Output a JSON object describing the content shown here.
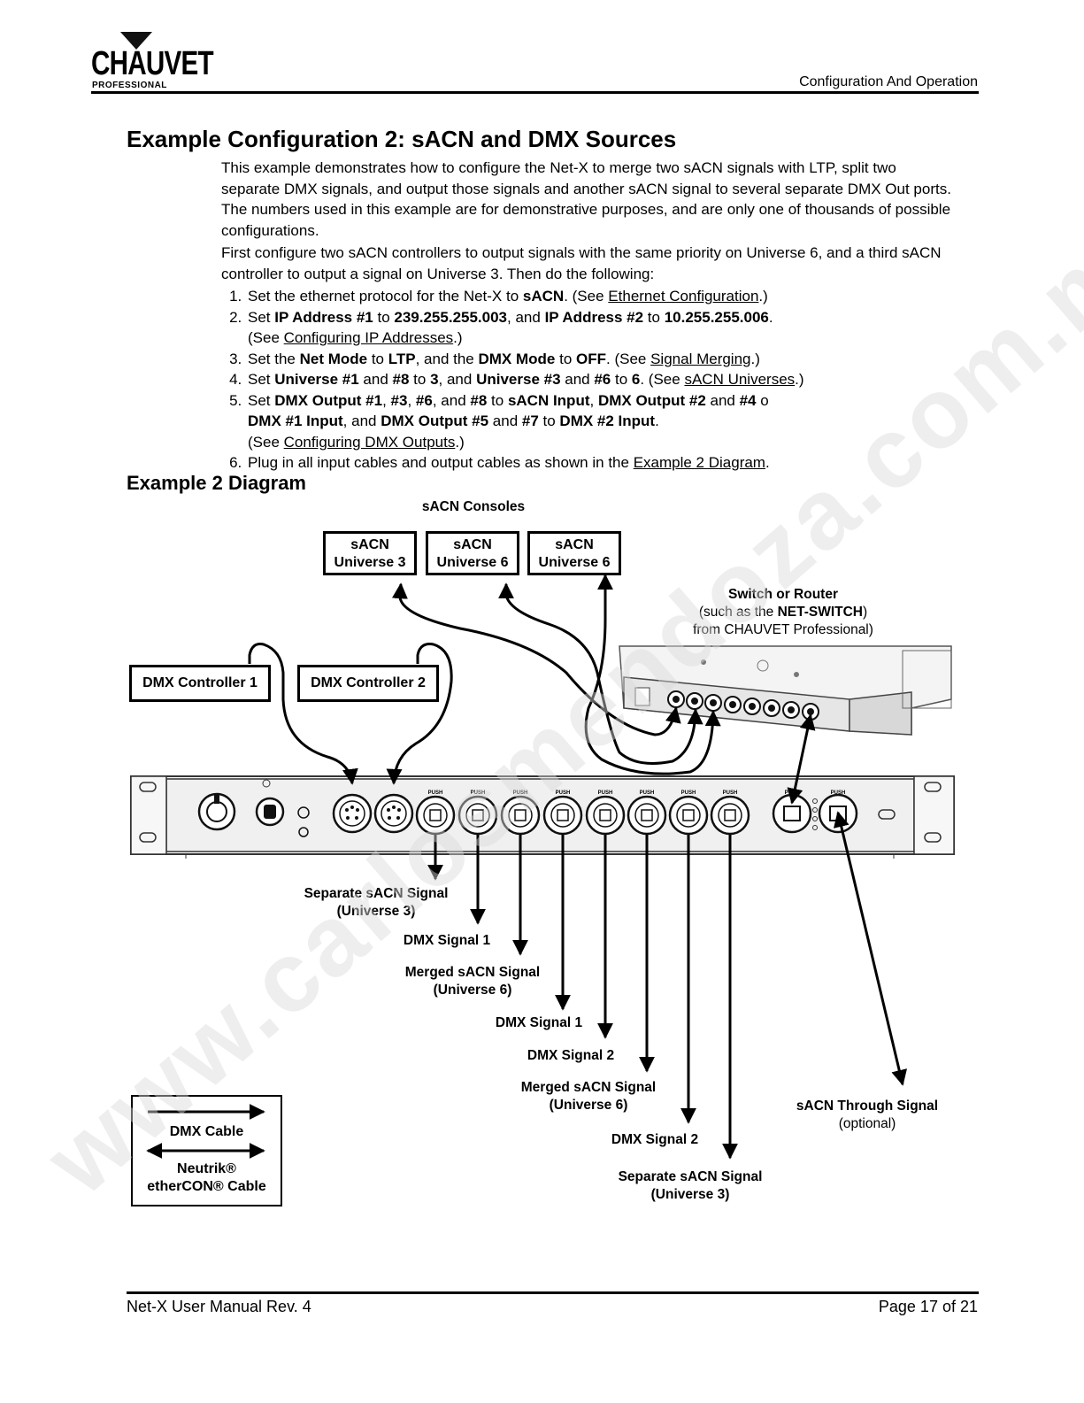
{
  "header": {
    "logo_text": "CHAUVET",
    "logo_sub": "PROFESSIONAL",
    "section_title": "Configuration And Operation"
  },
  "heading": "Example Configuration 2: sACN and DMX Sources",
  "intro": [
    "This example demonstrates how to configure the Net-X to merge two sACN signals with LTP, split two separate DMX signals, and output those signals and another sACN signal to several separate DMX Out ports. The numbers used in this example are for demonstrative purposes, and are only one of thousands of possible configurations.",
    "First configure two sACN controllers to output signals with the same priority on Universe 6, and a third sACN controller to output a signal on Universe 3. Then do the following:"
  ],
  "steps": {
    "s1": {
      "a": "Set the ethernet protocol for the Net-X to ",
      "b": "sACN",
      "c": ". (See ",
      "link": "Ethernet Configuration",
      "d": ".)"
    },
    "s2": {
      "a": "Set ",
      "b": "IP Address #1",
      "c": " to ",
      "d": "239.255.255.003",
      "e": ", and ",
      "f": "IP Address #2",
      "g": " to ",
      "h": "10.255.255.006",
      "i": ".",
      "j": "(See ",
      "link": "Configuring IP Addresses",
      "k": ".)"
    },
    "s3": {
      "a": "Set the ",
      "b": "Net Mode",
      "c": " to ",
      "d": "LTP",
      "e": ", and the ",
      "f": "DMX Mode",
      "g": " to ",
      "h": "OFF",
      "i": ". (See ",
      "link": "Signal Merging",
      "j": ".)"
    },
    "s4": {
      "a": "Set ",
      "b": "Universe #1",
      "c": " and ",
      "d": "#8",
      "e": " to ",
      "f": "3",
      "g": ", and ",
      "h": "Universe #3",
      "i": " and ",
      "j": "#6",
      "k": " to ",
      "l": "6",
      "m": ". (See ",
      "link": "sACN Universes",
      "n": ".)"
    },
    "s5": {
      "a": "Set ",
      "b": "DMX Output #1",
      "c": ", ",
      "d": "#3",
      "e": ", ",
      "f": "#6",
      "g": ", and ",
      "h": "#8",
      "i": " to ",
      "j": "sACN Input",
      "k": ", ",
      "l": "DMX Output #2",
      "m": " and ",
      "n": "#4",
      "o": "  o",
      "p": "DMX #1 Input",
      "q": ", and ",
      "r": "DMX Output #5",
      "s": " and ",
      "t": "#7",
      "u": " to ",
      "v": "DMX #2 Input",
      "w": ".",
      "x": "(See ",
      "link": "Configuring DMX Outputs",
      "y": ".)"
    },
    "s6": {
      "a": "Plug in all input cables and output cables as shown in the ",
      "link": "Example 2 Diagram",
      "b": "."
    }
  },
  "diagram_heading": "Example 2 Diagram",
  "diagram": {
    "consoles_title": "sACN Consoles",
    "consoles": [
      {
        "line1": "sACN",
        "line2": "Universe 3"
      },
      {
        "line1": "sACN",
        "line2": "Universe 6"
      },
      {
        "line1": "sACN",
        "line2": "Universe 6"
      }
    ],
    "switch_label": {
      "line1": "Switch or Router",
      "line2a": "(such as the ",
      "line2b": "NET-SWITCH",
      "line3": "from CHAUVET Professional)"
    },
    "controllers": [
      "DMX Controller 1",
      "DMX Controller 2"
    ],
    "push_label": "PUSH",
    "outputs": [
      {
        "line1": "Separate sACN Signal",
        "line2": "(Universe 3)"
      },
      {
        "line1": "DMX Signal 1",
        "line2": ""
      },
      {
        "line1": "Merged sACN Signal",
        "line2": "(Universe 6)"
      },
      {
        "line1": "DMX Signal 1",
        "line2": ""
      },
      {
        "line1": "DMX Signal 2",
        "line2": ""
      },
      {
        "line1": "Merged sACN Signal",
        "line2": "(Universe 6)"
      },
      {
        "line1": "DMX Signal 2",
        "line2": ""
      },
      {
        "line1": "Separate sACN Signal",
        "line2": "(Universe 3)"
      }
    ],
    "through": {
      "line1": "sACN Through Signal",
      "line2": "(optional)"
    },
    "legend": {
      "dmx": "DMX Cable",
      "ether1": "Neutrik®",
      "ether2": "etherCON® Cable"
    }
  },
  "footer": {
    "left": "Net-X User Manual Rev. 4",
    "right": "Page 17 of 21"
  },
  "watermark": "www.carlosmendoza.com.mx"
}
